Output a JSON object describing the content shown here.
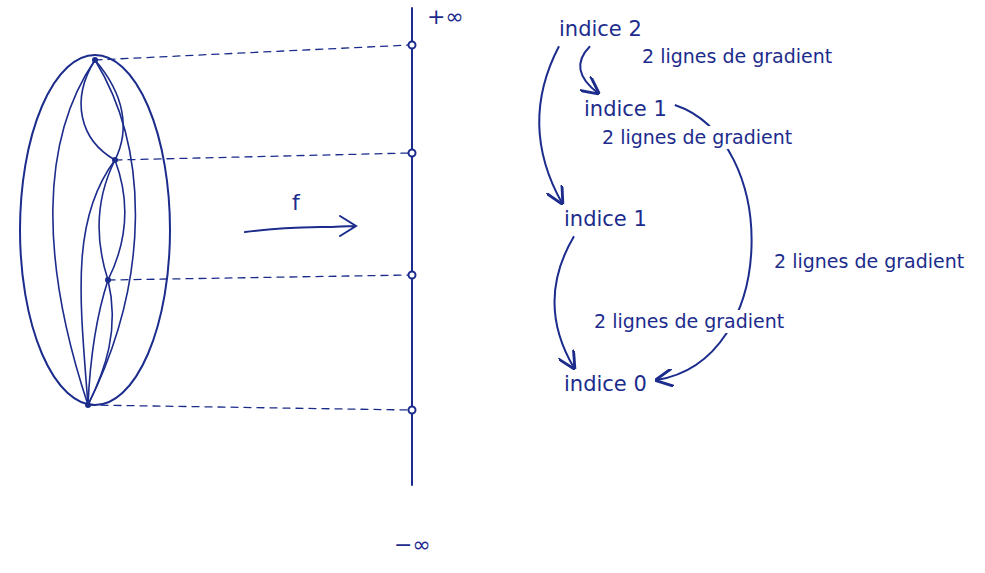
{
  "diagram": {
    "nodes": [
      {
        "text": [
          "indice 2"
        ]
      },
      {
        "text": [
          "indice 1"
        ]
      },
      {
        "text": [
          "indice 1"
        ]
      },
      {
        "text": [
          "indice 0"
        ]
      }
    ],
    "edges": [
      {
        "from": 0,
        "to": 1,
        "arrow": "to",
        "label": "2 lignes de gradient"
      },
      {
        "from": 0,
        "to": 2,
        "arrow": "to",
        "label": "2 lignes de gradient"
      },
      {
        "from": 1,
        "to": 3,
        "arrow": "to",
        "label": "2 lignes de gradient"
      },
      {
        "from": 2,
        "to": 3,
        "arrow": "to",
        "label": "2 lignes de gradient"
      }
    ],
    "labels": [
      "+∞",
      "f",
      "−∞"
    ]
  }
}
